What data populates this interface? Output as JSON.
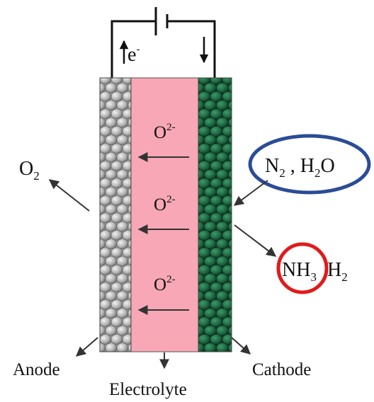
{
  "circuit": {
    "electron_label": "e",
    "electron_sup": "-"
  },
  "electrolyte": {
    "ion_base": "O",
    "ion_charge": "2-"
  },
  "gases": {
    "oxygen": {
      "base": "O",
      "sub": "2"
    },
    "nitrogen": {
      "base": "N",
      "sub": "2"
    },
    "separator": " , ",
    "water": {
      "base": "H",
      "sub": "2",
      "tail": "O"
    },
    "ammonia": {
      "base": "NH",
      "sub": "3"
    },
    "hydrogen": {
      "base": "H",
      "sub": "2"
    }
  },
  "labels": {
    "anode": "Anode",
    "electrolyte": "Electrolyte",
    "cathode": "Cathode"
  },
  "colors": {
    "electrolyte_fill": "#f7a7b5",
    "anode_particle": "#b4b4b4",
    "cathode_particle": "#1f6b45",
    "blue_ring": "#2b4c96",
    "red_ring": "#e01b1b"
  }
}
